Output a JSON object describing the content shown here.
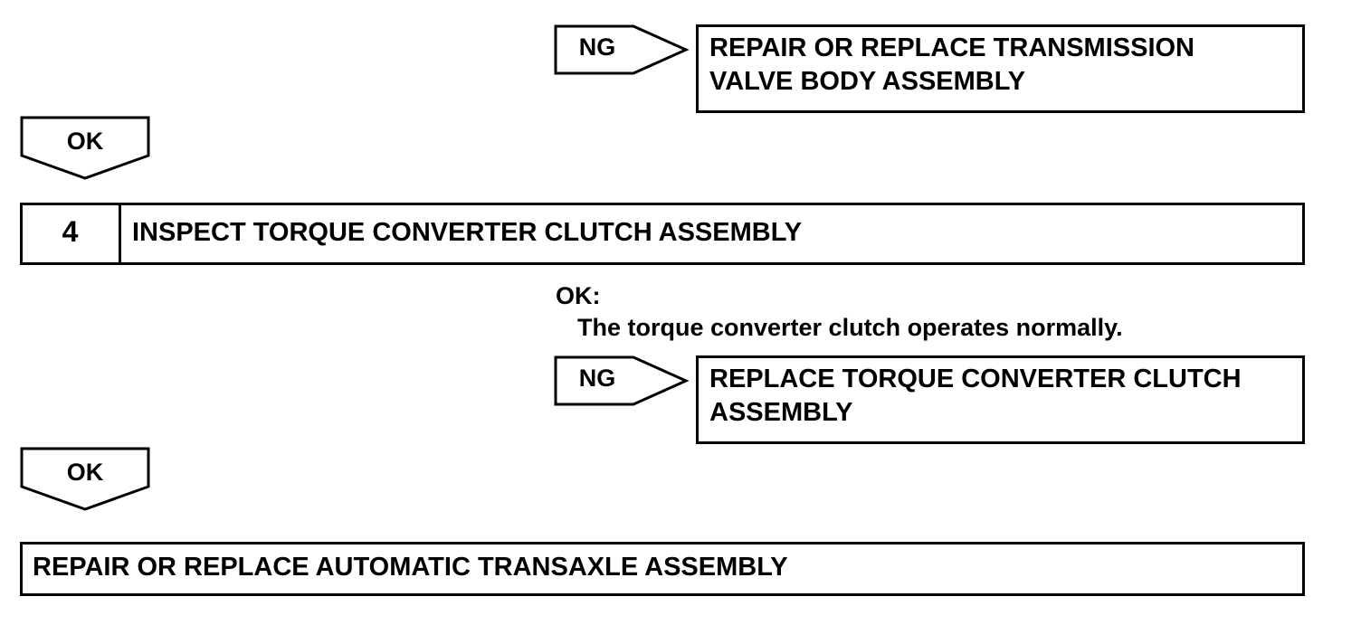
{
  "ng_arrow_1": {
    "label": "NG"
  },
  "result_box_1": {
    "line1": "REPAIR OR REPLACE TRANSMISSION",
    "line2": "VALVE BODY ASSEMBLY"
  },
  "ok_arrow_1": {
    "label": "OK"
  },
  "step_4": {
    "number": "4",
    "title": "INSPECT TORQUE CONVERTER CLUTCH ASSEMBLY"
  },
  "step_4_criteria": {
    "heading": "OK:",
    "text": "The torque converter clutch operates normally."
  },
  "ng_arrow_2": {
    "label": "NG"
  },
  "result_box_2": {
    "line1": "REPLACE TORQUE CONVERTER CLUTCH",
    "line2": "ASSEMBLY"
  },
  "ok_arrow_2": {
    "label": "OK"
  },
  "final_box": {
    "text": "REPAIR OR REPLACE AUTOMATIC TRANSAXLE ASSEMBLY"
  }
}
